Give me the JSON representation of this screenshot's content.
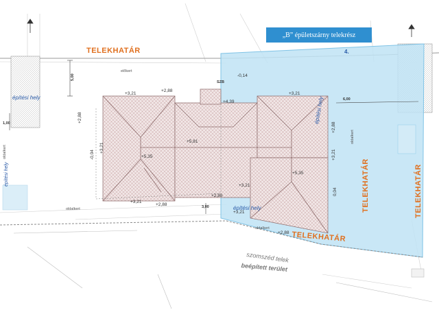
{
  "header": {
    "plot_title": "„B” épületszárny telekrész"
  },
  "labels": {
    "telekhatar": "TELEKHATÁR",
    "epitesi_hely": "építési hely",
    "elokert": "előkert",
    "oldalkert": "oldalkert",
    "szomszed_telek": "szomszéd telek",
    "beepitett_terulet": "beépített terület",
    "parcel_number": "4."
  },
  "elevations": {
    "e321": "+3,21",
    "e288": "+2,88",
    "e439": "+4,39",
    "e581": "+5,81",
    "e535": "+5,35",
    "em004": "-0,04",
    "em014": "-0,14",
    "e004": "0,04"
  },
  "dimensions": {
    "d500": "5,00",
    "d300": "3,00",
    "d100": "1,00",
    "d600": "6,00",
    "szb": "SZB"
  },
  "colors": {
    "plot_fill": "#bfe3f4",
    "telekhatar": "#e0701f",
    "header_box": "#2f8fd0",
    "roof_pattern": "#c9a6a6"
  }
}
